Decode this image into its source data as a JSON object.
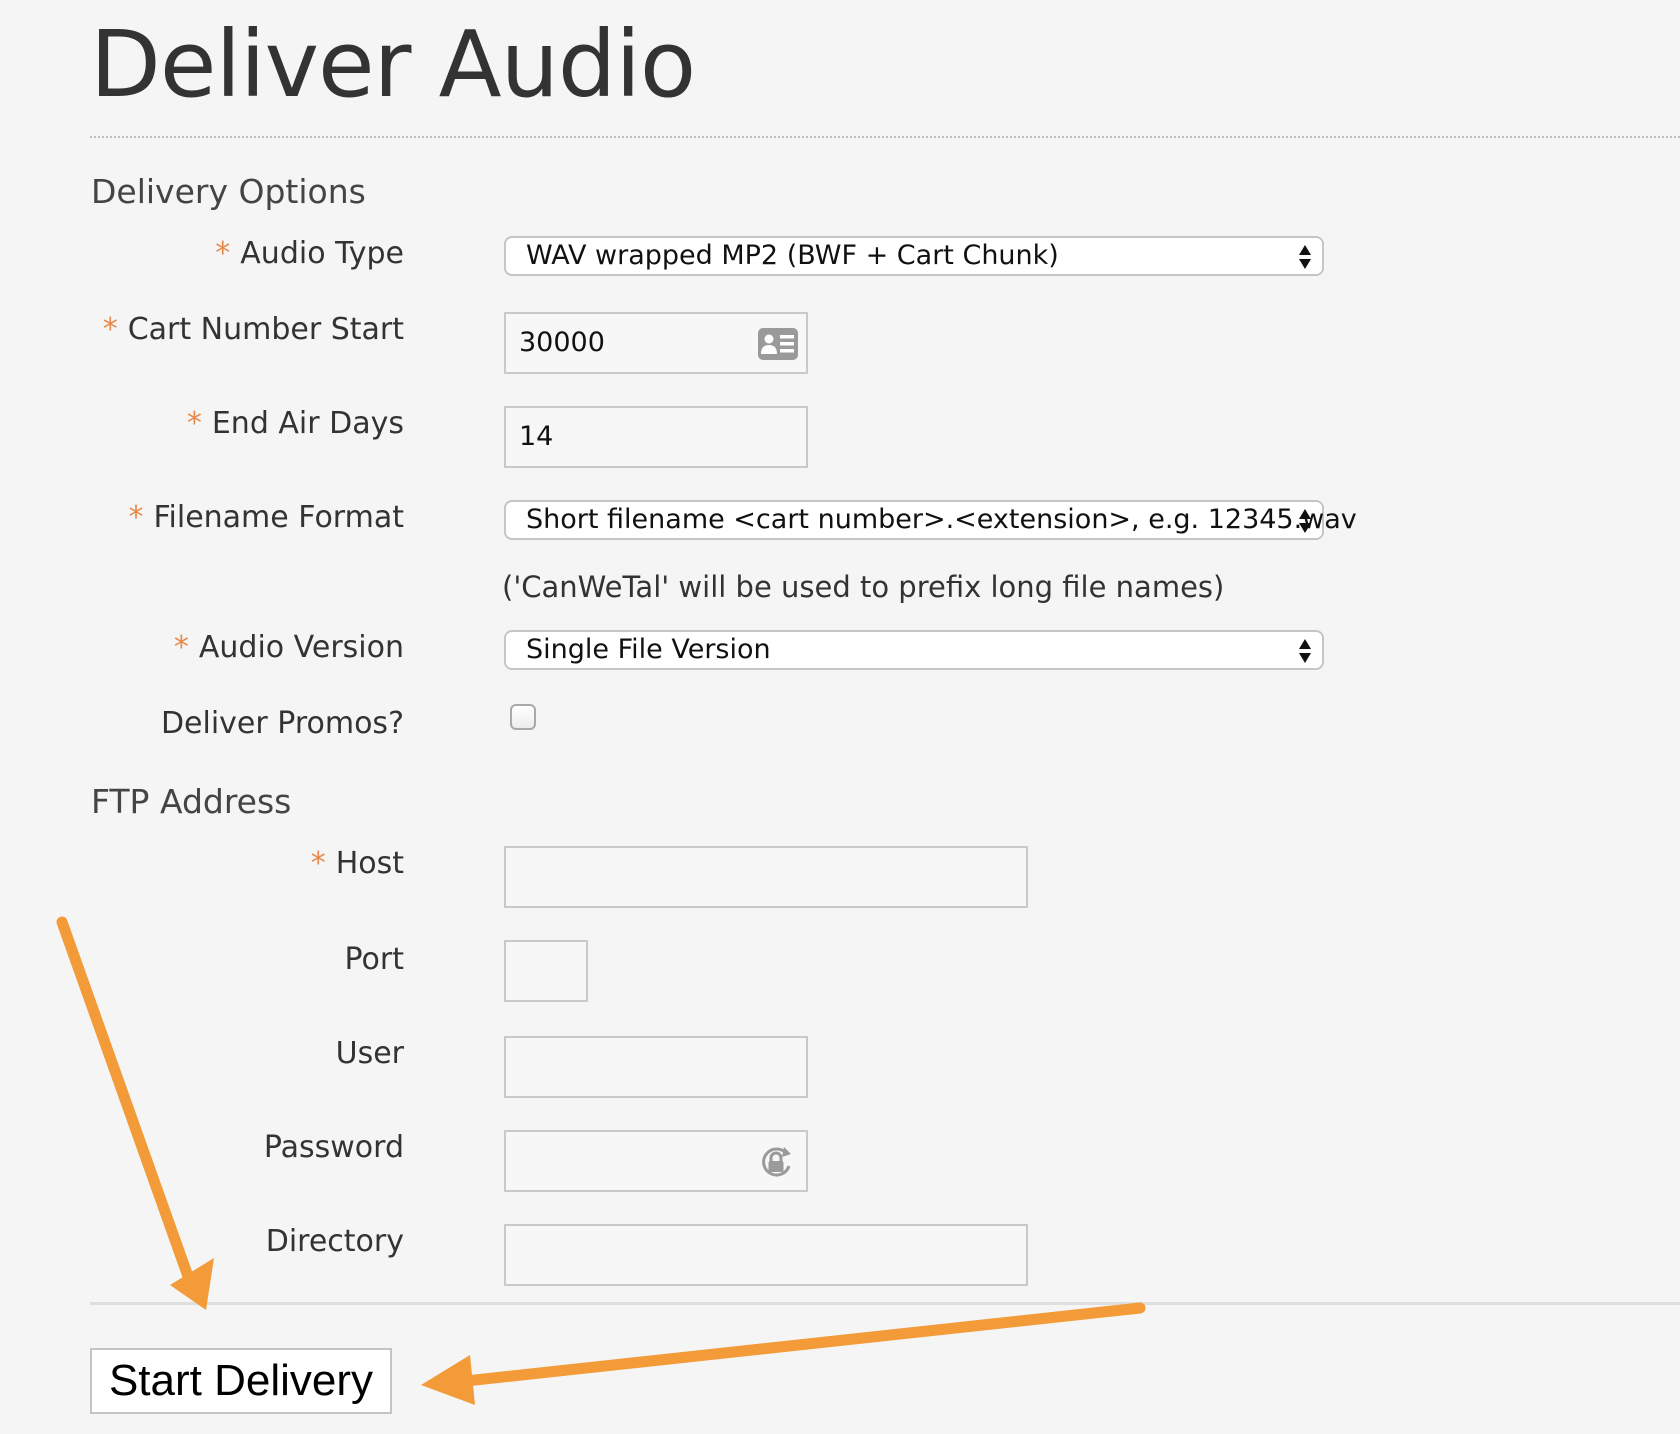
{
  "page": {
    "title": "Deliver Audio"
  },
  "sections": {
    "delivery_options": "Delivery Options",
    "ftp_address": "FTP Address"
  },
  "required_marker": "*",
  "fields": {
    "audio_type": {
      "label": "Audio Type",
      "value": "WAV wrapped MP2 (BWF + Cart Chunk)"
    },
    "cart_number_start": {
      "label": "Cart Number Start",
      "value": "30000",
      "icon": "contact-card-icon"
    },
    "end_air_days": {
      "label": "End Air Days",
      "value": "14"
    },
    "filename_format": {
      "label": "Filename Format",
      "value": "Short filename <cart number>.<extension>, e.g. 12345.wav"
    },
    "filename_hint": "('CanWeTal' will be used to prefix long file names)",
    "audio_version": {
      "label": "Audio Version",
      "value": "Single File Version"
    },
    "deliver_promos": {
      "label": "Deliver Promos?",
      "checked": false
    },
    "host": {
      "label": "Host",
      "value": ""
    },
    "port": {
      "label": "Port",
      "value": ""
    },
    "user": {
      "label": "User",
      "value": ""
    },
    "password": {
      "label": "Password",
      "value": "",
      "icon": "password-key-icon"
    },
    "directory": {
      "label": "Directory",
      "value": ""
    }
  },
  "actions": {
    "start_delivery": "Start Delivery"
  },
  "colors": {
    "required_star": "#e8884a",
    "annotation_arrow": "#f29b38",
    "background": "#f5f5f5"
  }
}
